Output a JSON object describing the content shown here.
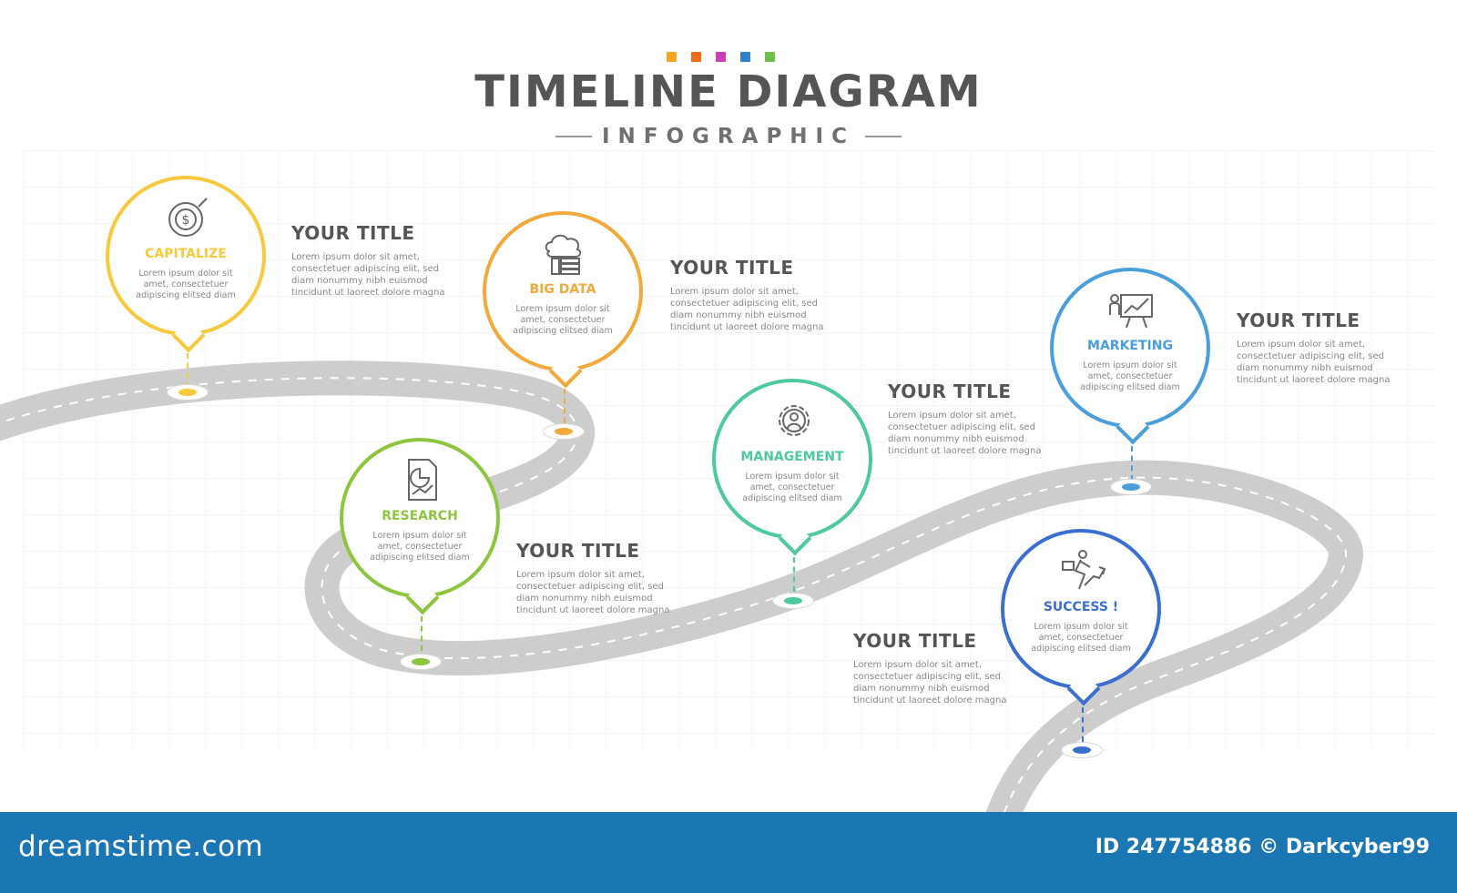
{
  "header": {
    "dots": [
      "#f5a623",
      "#f06a1c",
      "#cc3fb3",
      "#2f7fcf",
      "#6cc04a"
    ],
    "title": "TIMELINE DIAGRAM",
    "subtitle": "INFOGRAPHIC"
  },
  "steps": [
    {
      "label": "CAPITALIZE",
      "color": "#f7c93c",
      "icon": "dollar-target-icon",
      "desc": "Lorem ipsum dolor sit amet, consectetuer adipiscing elitsed diam",
      "title": "YOUR TITLE",
      "text": "Lorem ipsum dolor sit amet, consectetuer adipiscing elit, sed diam nonummy nibh euismod tincidunt ut laoreet dolore magna"
    },
    {
      "label": "BIG DATA",
      "color": "#f2a93b",
      "icon": "cloud-database-icon",
      "desc": "Lorem ipsum dolor sit amet, consectetuer adipiscing elitsed diam",
      "title": "YOUR TITLE",
      "text": "Lorem ipsum dolor sit amet, consectetuer adipiscing elit, sed diam nonummy nibh euismod tincidunt ut laoreet dolore magna"
    },
    {
      "label": "RESEARCH",
      "color": "#8cc63e",
      "icon": "report-chart-icon",
      "desc": "Lorem ipsum dolor sit amet, consectetuer adipiscing elitsed diam",
      "title": "YOUR TITLE",
      "text": "Lorem ipsum dolor sit amet, consectetuer adipiscing elit, sed diam nonummy nibh euismod tincidunt ut laoreet dolore magna"
    },
    {
      "label": "MANAGEMENT",
      "color": "#4dc9a0",
      "icon": "gear-person-icon",
      "desc": "Lorem ipsum dolor sit amet, consectetuer adipiscing elitsed diam",
      "title": "YOUR TITLE",
      "text": "Lorem ipsum dolor sit amet, consectetuer adipiscing elit, sed diam nonummy nibh euismod tincidunt ut laoreet dolore magna"
    },
    {
      "label": "MARKETING",
      "color": "#4a9edc",
      "icon": "presentation-board-icon",
      "desc": "Lorem ipsum dolor sit amet, consectetuer adipiscing elitsed diam",
      "title": "YOUR TITLE",
      "text": "Lorem ipsum dolor sit amet, consectetuer adipiscing elit, sed diam nonummy nibh euismod tincidunt ut laoreet dolore magna"
    },
    {
      "label": "SUCCESS !",
      "color": "#3a6fd0",
      "icon": "running-businessman-icon",
      "desc": "Lorem ipsum dolor sit amet, consectetuer adipiscing elitsed diam",
      "title": "YOUR TITLE",
      "text": "Lorem ipsum dolor sit amet, consectetuer adipiscing elit, sed diam nonummy nibh euismod tincidunt ut laoreet dolore magna"
    }
  ],
  "footer": {
    "brand": "dreamstime.com",
    "id": "ID 247754886 © Darkcyber99"
  }
}
